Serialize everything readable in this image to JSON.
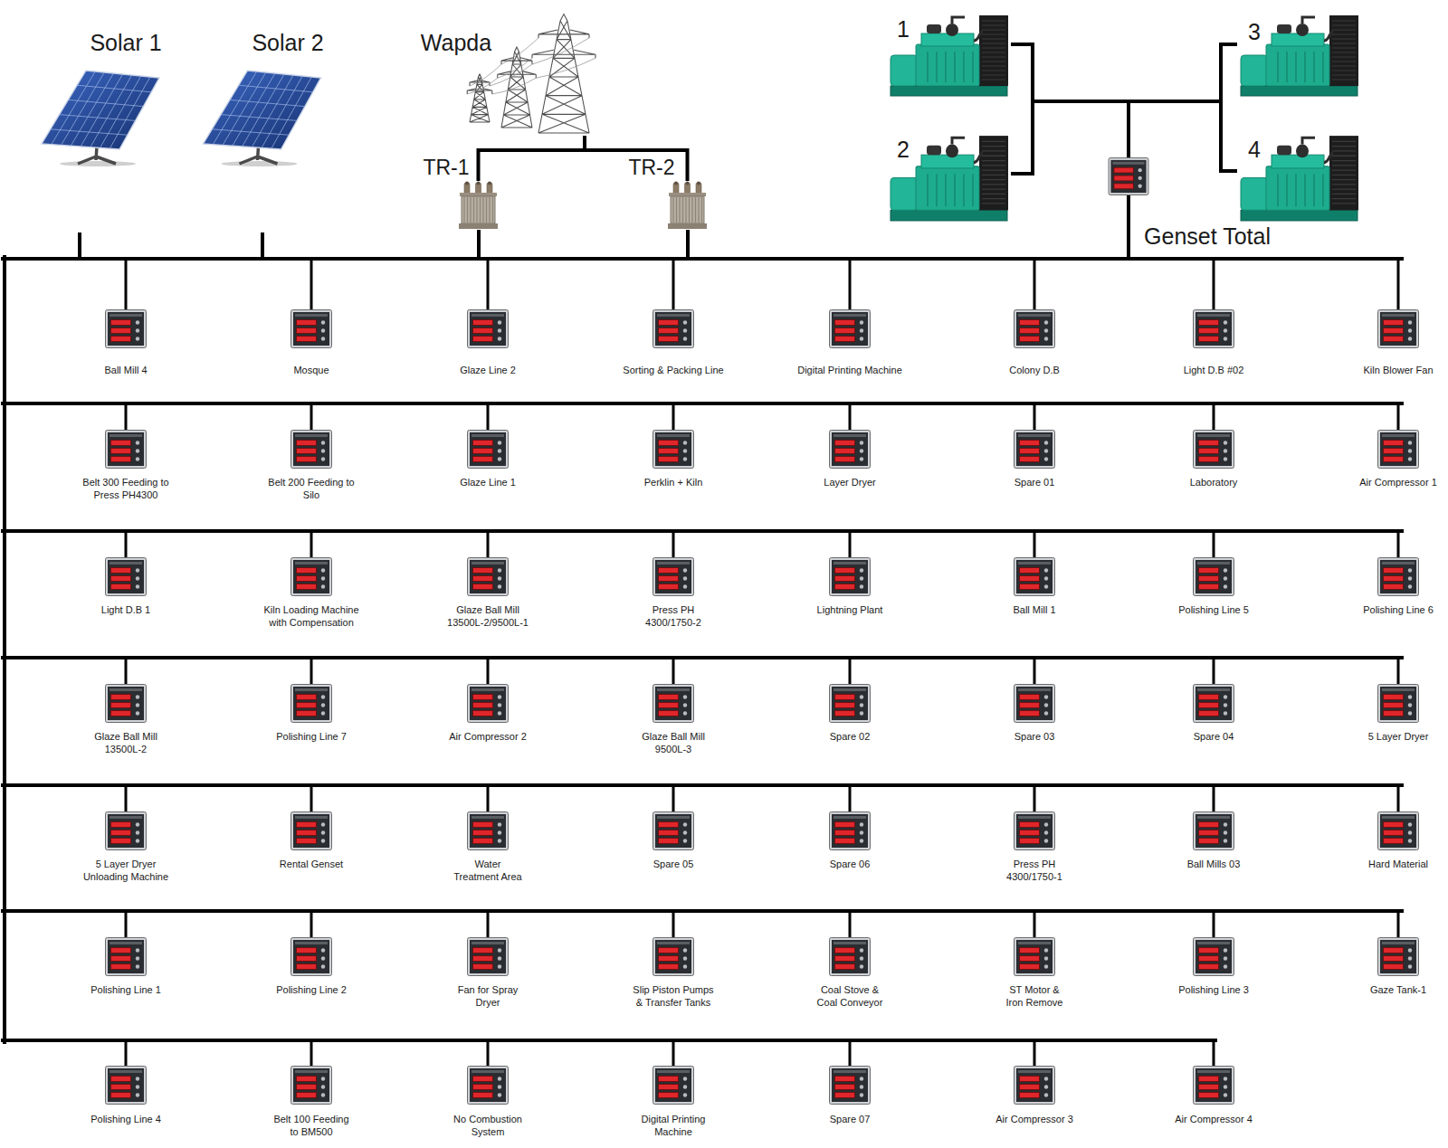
{
  "diagram": {
    "nodes": [
      {
        "text": [
          "Solar 1"
        ]
      },
      {
        "text": [
          "Solar 2"
        ]
      },
      {
        "text": [
          "Wapda"
        ]
      },
      {
        "text": [
          "TR-1"
        ]
      },
      {
        "text": [
          "TR-2"
        ]
      },
      {
        "text": [
          "1"
        ]
      },
      {
        "text": [
          "2"
        ]
      },
      {
        "text": [
          "3"
        ]
      },
      {
        "text": [
          "4"
        ]
      },
      {
        "text": [
          "Genset Total"
        ]
      },
      {
        "text": [
          "Ball Mill 4"
        ]
      },
      {
        "text": [
          "Mosque"
        ]
      },
      {
        "text": [
          "Glaze Line 2"
        ]
      },
      {
        "text": [
          "Sorting & Packing Line"
        ]
      },
      {
        "text": [
          "Digital Printing Machine"
        ]
      },
      {
        "text": [
          "Colony D.B"
        ]
      },
      {
        "text": [
          "Light D.B #02"
        ]
      },
      {
        "text": [
          "Kiln Blower Fan"
        ]
      },
      {
        "text": [
          "Belt 300 Feeding to Press PH4300"
        ]
      },
      {
        "text": [
          "Belt 200 Feeding to Silo"
        ]
      },
      {
        "text": [
          "Glaze Line 1"
        ]
      },
      {
        "text": [
          "Perklin + Kiln"
        ]
      },
      {
        "text": [
          "Layer Dryer"
        ]
      },
      {
        "text": [
          "Spare 01"
        ]
      },
      {
        "text": [
          "Laboratory"
        ]
      },
      {
        "text": [
          "Air Compressor 1"
        ]
      },
      {
        "text": [
          "Light D.B 1"
        ]
      },
      {
        "text": [
          "Kiln Loading Machine with Compensation"
        ]
      },
      {
        "text": [
          "Glaze Ball Mill 13500L-2/9500L-1"
        ]
      },
      {
        "text": [
          "Press PH 4300/1750-2"
        ]
      },
      {
        "text": [
          "Lightning Plant"
        ]
      },
      {
        "text": [
          "Ball Mill 1"
        ]
      },
      {
        "text": [
          "Polishing Line 5"
        ]
      },
      {
        "text": [
          "Polishing Line 6"
        ]
      },
      {
        "text": [
          "Glaze Ball Mill 13500L-2"
        ]
      },
      {
        "text": [
          "Polishing Line 7"
        ]
      },
      {
        "text": [
          "Air Compressor 2"
        ]
      },
      {
        "text": [
          "Glaze Ball Mill 9500L-3"
        ]
      },
      {
        "text": [
          "Spare 02"
        ]
      },
      {
        "text": [
          "Spare 03"
        ]
      },
      {
        "text": [
          "Spare 04"
        ]
      },
      {
        "text": [
          "5 Layer Dryer"
        ]
      },
      {
        "text": [
          "5 Layer Dryer Unloading Machine"
        ]
      },
      {
        "text": [
          "Rental Genset"
        ]
      },
      {
        "text": [
          "Water Treatment Area"
        ]
      },
      {
        "text": [
          "Spare 05"
        ]
      },
      {
        "text": [
          "Spare 06"
        ]
      },
      {
        "text": [
          "Press PH 4300/1750-1"
        ]
      },
      {
        "text": [
          "Ball Mills 03"
        ]
      },
      {
        "text": [
          "Hard Material"
        ]
      },
      {
        "text": [
          "Polishing Line 1"
        ]
      },
      {
        "text": [
          "Polishing Line 2"
        ]
      },
      {
        "text": [
          "Fan for Spray Dryer"
        ]
      },
      {
        "text": [
          "Slip Piston Pumps & Transfer Tanks"
        ]
      },
      {
        "text": [
          "Coal Stove & Coal Conveyor"
        ]
      },
      {
        "text": [
          "ST Motor & Iron Remove"
        ]
      },
      {
        "text": [
          "Polishing Line 3"
        ]
      },
      {
        "text": [
          "Gaze Tank-1"
        ]
      },
      {
        "text": [
          "Polishing Line 4"
        ]
      },
      {
        "text": [
          "Belt 100 Feeding to BM500"
        ]
      },
      {
        "text": [
          "No Combustion System"
        ]
      },
      {
        "text": [
          "Digital Printing Machine"
        ]
      },
      {
        "text": [
          "Spare 07"
        ]
      },
      {
        "text": [
          "Air Compressor 3"
        ]
      },
      {
        "text": [
          "Air Compressor 4"
        ]
      }
    ],
    "edges": [
      {
        "from": 2,
        "to": 3,
        "arrow": "none"
      },
      {
        "from": 2,
        "to": 4,
        "arrow": "none"
      },
      {
        "from": 5,
        "to": 9,
        "arrow": "none"
      },
      {
        "from": 6,
        "to": 9,
        "arrow": "none"
      },
      {
        "from": 7,
        "to": 9,
        "arrow": "none"
      },
      {
        "from": 8,
        "to": 9,
        "arrow": "none"
      }
    ]
  }
}
